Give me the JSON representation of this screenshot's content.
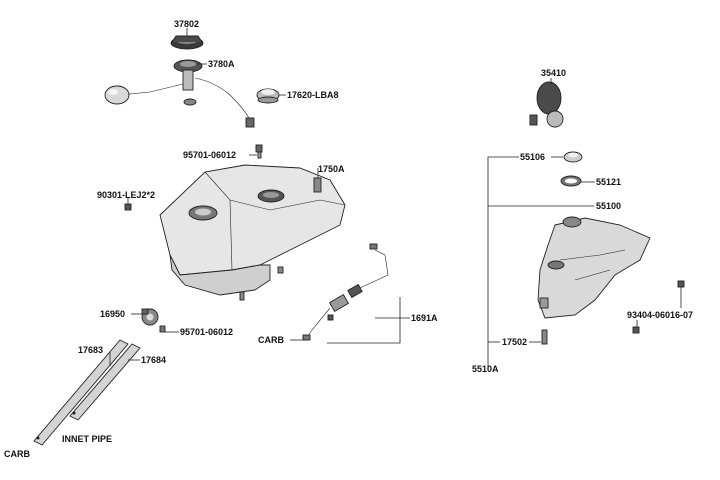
{
  "labels": {
    "cap": "37802",
    "pump": "3780A",
    "gauge_cover": "17620-LBA8",
    "bolt_tank": "95701-06012",
    "tank": "1750A",
    "bolt_side": "90301-LEJ2*2",
    "fuel_filter": "16950",
    "filter_bolt": "95701-06012",
    "strap_left": "17683",
    "strap_right": "17684",
    "inlet_pipe": "INNET PIPE",
    "carb_bottom": "CARB",
    "carb_hose": "CARB",
    "hose_assy": "1691A",
    "reservoir_cap": "35410",
    "res_cap": "55106",
    "res_seal": "55121",
    "reservoir": "55100",
    "res_bolt": "93404-06016-07",
    "res_fitting": "17502",
    "res_assy": "5510A"
  }
}
